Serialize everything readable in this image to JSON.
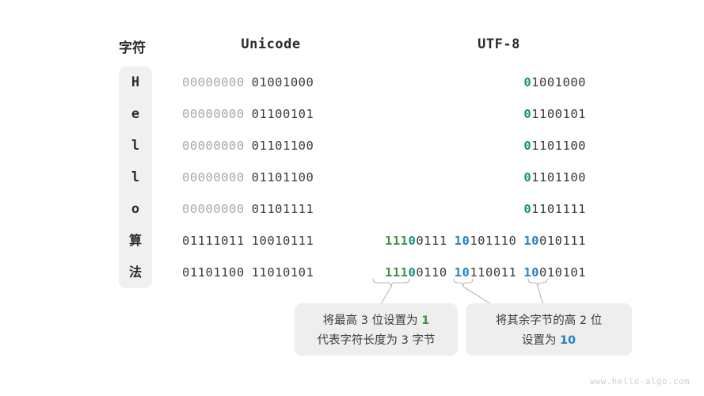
{
  "headers": {
    "char": "字符",
    "unicode": "Unicode",
    "utf8": "UTF-8"
  },
  "rows": [
    {
      "char": "H",
      "script": "latin",
      "unicode_bytes": [
        "00000000",
        "01001000"
      ],
      "unicode_parts": [
        {
          "text": "00000000",
          "color": "dim"
        },
        {
          "text": "01001000",
          "color": "dark"
        }
      ],
      "utf8_parts": [
        {
          "text": "0",
          "color": "teal"
        },
        {
          "text": "1001000",
          "color": "dark"
        }
      ]
    },
    {
      "char": "e",
      "script": "latin",
      "unicode_bytes": [
        "00000000",
        "01100101"
      ],
      "unicode_parts": [
        {
          "text": "00000000",
          "color": "dim"
        },
        {
          "text": "01100101",
          "color": "dark"
        }
      ],
      "utf8_parts": [
        {
          "text": "0",
          "color": "teal"
        },
        {
          "text": "1100101",
          "color": "dark"
        }
      ]
    },
    {
      "char": "l",
      "script": "latin",
      "unicode_bytes": [
        "00000000",
        "01101100"
      ],
      "unicode_parts": [
        {
          "text": "00000000",
          "color": "dim"
        },
        {
          "text": "01101100",
          "color": "dark"
        }
      ],
      "utf8_parts": [
        {
          "text": "0",
          "color": "teal"
        },
        {
          "text": "1101100",
          "color": "dark"
        }
      ]
    },
    {
      "char": "l",
      "script": "latin",
      "unicode_bytes": [
        "00000000",
        "01101100"
      ],
      "unicode_parts": [
        {
          "text": "00000000",
          "color": "dim"
        },
        {
          "text": "01101100",
          "color": "dark"
        }
      ],
      "utf8_parts": [
        {
          "text": "0",
          "color": "teal"
        },
        {
          "text": "1101100",
          "color": "dark"
        }
      ]
    },
    {
      "char": "o",
      "script": "latin",
      "unicode_bytes": [
        "00000000",
        "01101111"
      ],
      "unicode_parts": [
        {
          "text": "00000000",
          "color": "dim"
        },
        {
          "text": "01101111",
          "color": "dark"
        }
      ],
      "utf8_parts": [
        {
          "text": "0",
          "color": "teal"
        },
        {
          "text": "1101111",
          "color": "dark"
        }
      ]
    },
    {
      "char": "算",
      "script": "han",
      "unicode_bytes": [
        "01111011",
        "10010111"
      ],
      "unicode_parts": [
        {
          "text": "01111011",
          "color": "dark"
        },
        {
          "text": "10010111",
          "color": "dark"
        }
      ],
      "utf8_parts": [
        {
          "text": "111",
          "color": "green"
        },
        {
          "text": "0",
          "color": "teal"
        },
        {
          "text": "0111",
          "color": "dark"
        },
        {
          "text": "GAP",
          "color": "gap"
        },
        {
          "text": "10",
          "color": "blue"
        },
        {
          "text": "101110",
          "color": "dark"
        },
        {
          "text": "GAP",
          "color": "gap"
        },
        {
          "text": "10",
          "color": "blue"
        },
        {
          "text": "010111",
          "color": "dark"
        }
      ]
    },
    {
      "char": "法",
      "script": "han",
      "unicode_bytes": [
        "01101100",
        "11010101"
      ],
      "unicode_parts": [
        {
          "text": "01101100",
          "color": "dark"
        },
        {
          "text": "11010101",
          "color": "dark"
        }
      ],
      "utf8_parts": [
        {
          "text": "111",
          "color": "green"
        },
        {
          "text": "0",
          "color": "teal"
        },
        {
          "text": "0110",
          "color": "dark"
        },
        {
          "text": "GAP",
          "color": "gap"
        },
        {
          "text": "10",
          "color": "blue"
        },
        {
          "text": "110011",
          "color": "dark"
        },
        {
          "text": "GAP",
          "color": "gap"
        },
        {
          "text": "10",
          "color": "blue"
        },
        {
          "text": "010101",
          "color": "dark"
        }
      ]
    }
  ],
  "notes": {
    "note1": {
      "line1_before": "将最高 3 位设置为 ",
      "line1_highlight": "1",
      "line2": "代表字符长度为 3 字节"
    },
    "note2": {
      "line1": "将其余字节的高 2 位",
      "line2_before": "设置为 ",
      "line2_highlight": "10"
    }
  },
  "watermark": "www.hello-algo.com",
  "colors": {
    "green": "#3f9142",
    "teal": "#15907e",
    "blue": "#2383c4",
    "dark": "#3b3b3b",
    "dim": "#a8a8a8",
    "pill_bg": "#f0f0f0",
    "note_bg": "#eeeeee",
    "background": "#ffffff"
  }
}
